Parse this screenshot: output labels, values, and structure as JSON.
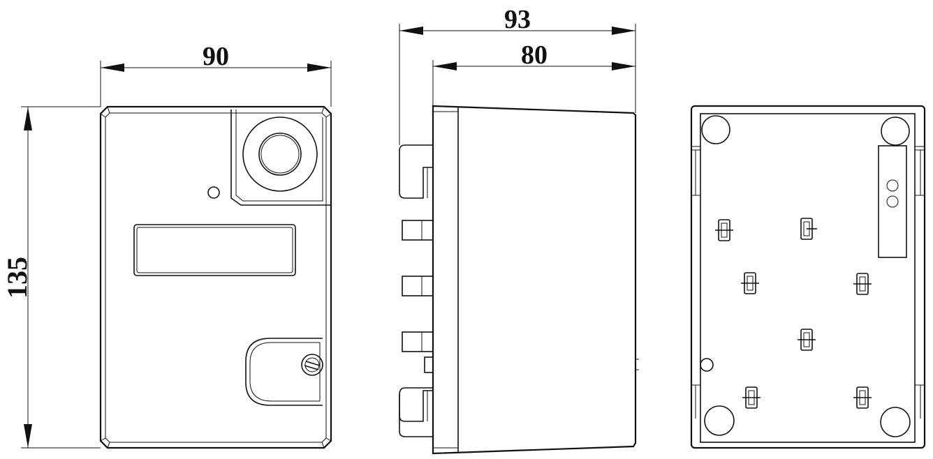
{
  "dimensions": {
    "front_width": "90",
    "front_height": "135",
    "side_total_depth": "93",
    "side_body_depth": "80"
  },
  "colors": {
    "line": "#111111",
    "background": "#ffffff"
  }
}
